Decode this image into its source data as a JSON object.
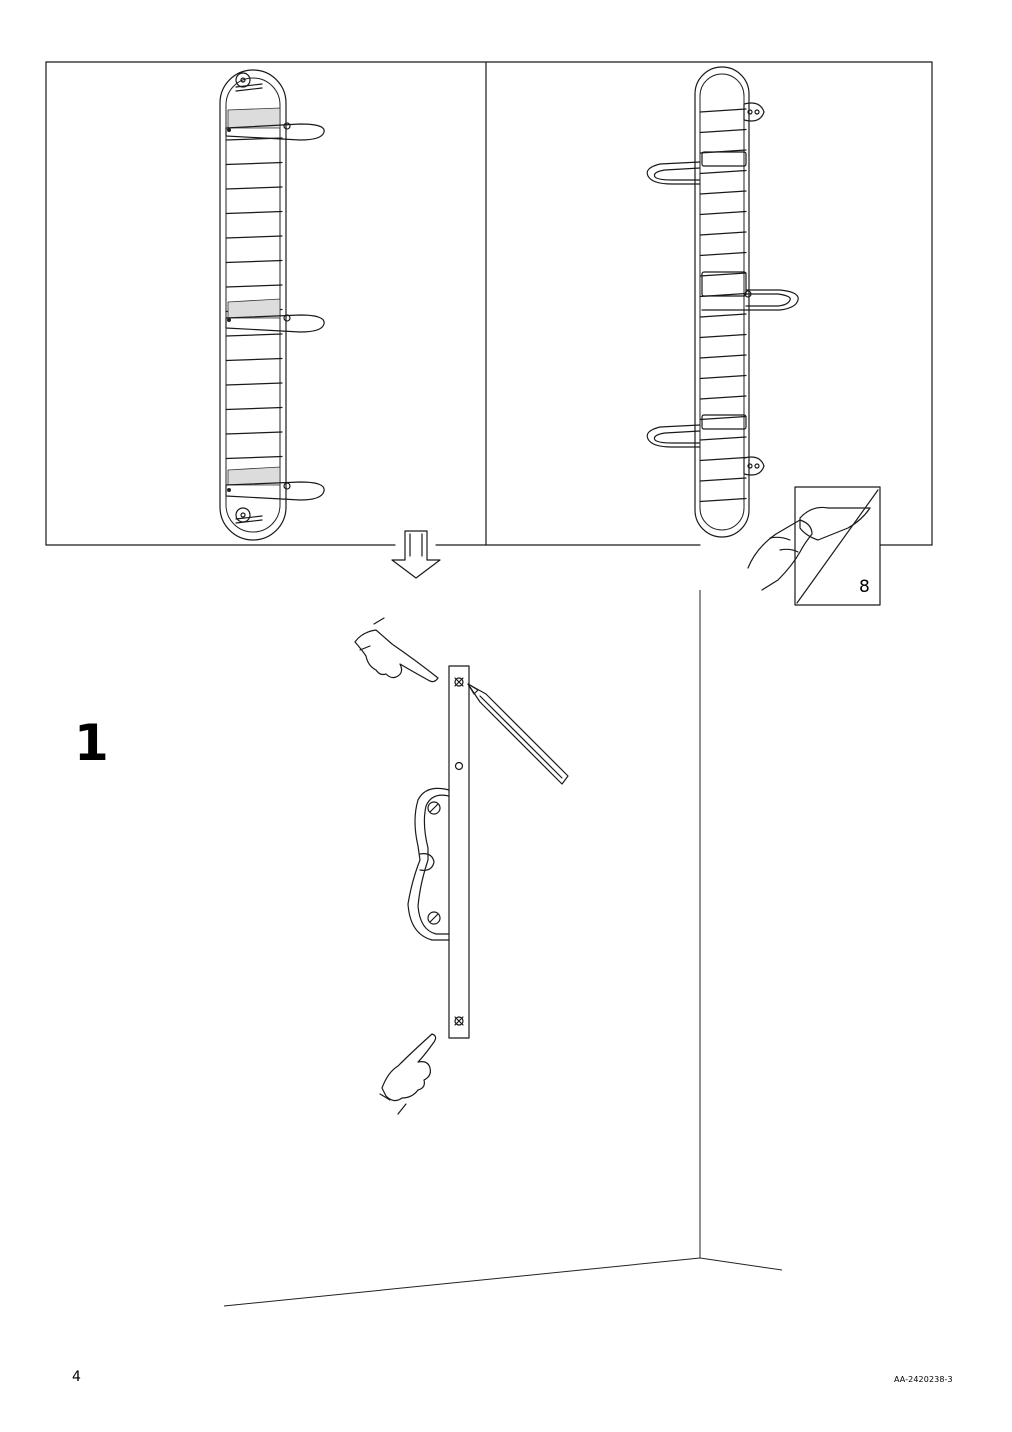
{
  "page": {
    "step_number": "1",
    "page_number": "4",
    "document_code": "AA-2420238-3",
    "reference_page": "8"
  },
  "icons": [
    "rack-front-view",
    "rack-back-view",
    "down-arrow-icon",
    "refer-page-icon",
    "pointing-hand-icon",
    "pencil-icon",
    "wall-mounting-strip",
    "wall-corner"
  ],
  "colors": {
    "ink": "#1a1a1a",
    "shelf_fill": "#dcdcdc"
  }
}
